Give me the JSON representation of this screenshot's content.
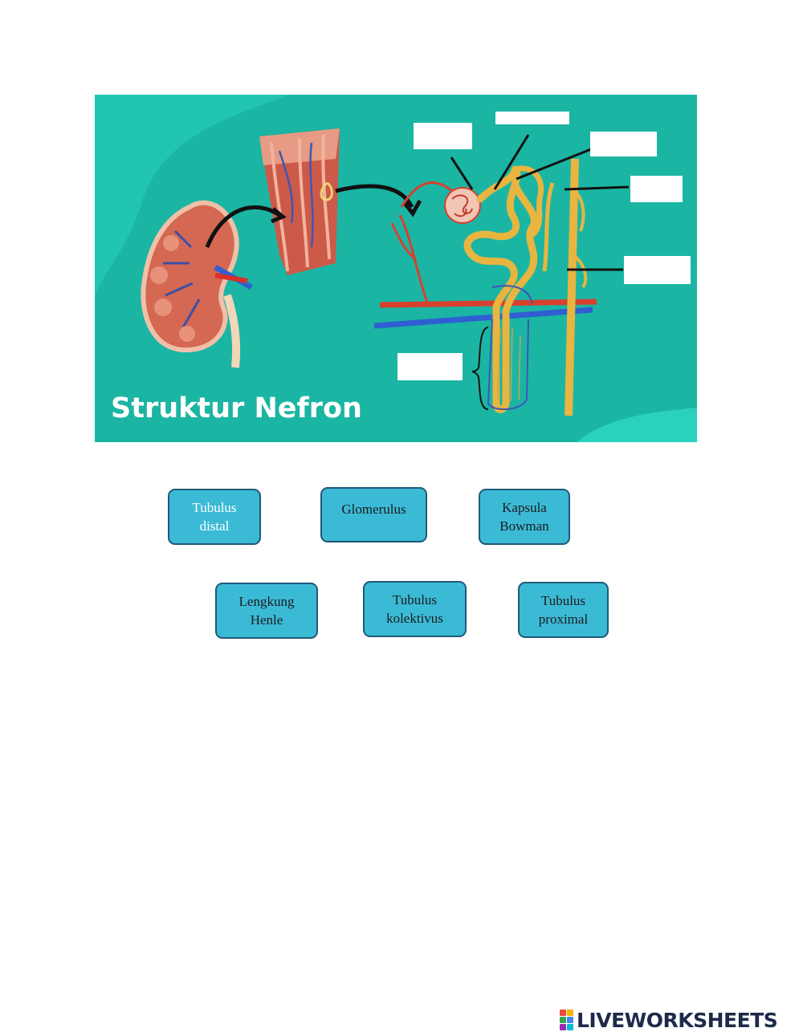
{
  "diagram": {
    "title": "Struktur Nefron",
    "background_color": "#1bb5a4",
    "answer_slots": [
      "",
      "",
      "",
      "",
      "",
      ""
    ]
  },
  "options": [
    {
      "label": "Tubulus\ndistal"
    },
    {
      "label": "Glomerulus"
    },
    {
      "label": "Kapsula\nBowman"
    },
    {
      "label": "Lengkung\nHenle"
    },
    {
      "label": "Tubulus\nkolektivus"
    },
    {
      "label": "Tubulus\nproximal"
    }
  ],
  "brand": {
    "name": "LIVEWORKSHEETS",
    "icon": "liveworksheets-logo-icon"
  },
  "colors": {
    "chip": "#3bbad6",
    "chip_border": "#1f5a78",
    "teal": "#1bb5a4"
  }
}
